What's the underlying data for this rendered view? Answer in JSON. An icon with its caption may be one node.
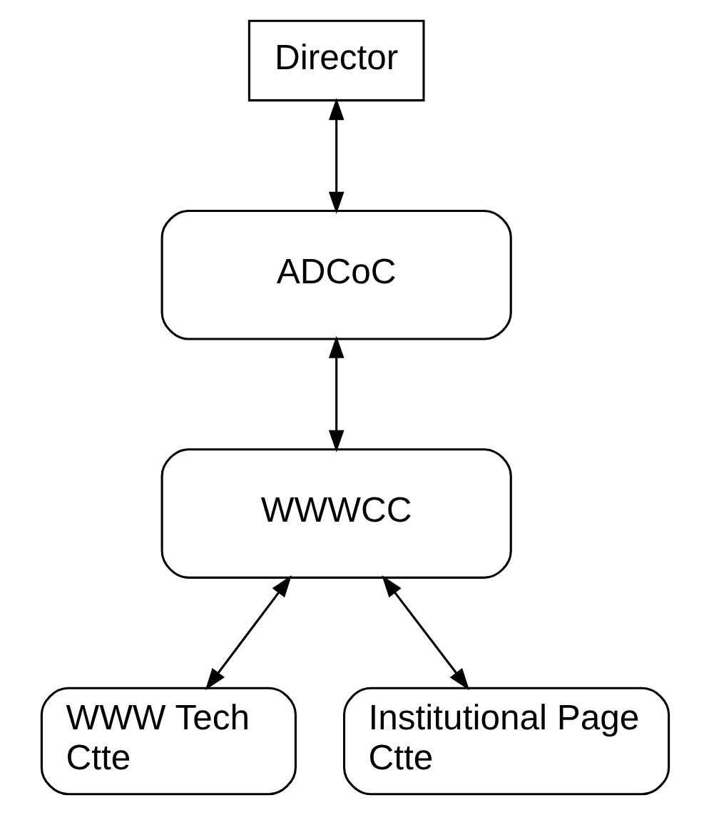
{
  "diagram": {
    "nodes": [
      {
        "text": [
          "Director"
        ]
      },
      {
        "text": [
          "ADCoC"
        ]
      },
      {
        "text": [
          "WWWCC"
        ]
      },
      {
        "text": [
          "WWW Tech Ctte"
        ]
      },
      {
        "text": [
          "Institutional Page Ctte"
        ]
      }
    ],
    "edges": [
      {
        "from": 0,
        "to": 1,
        "arrow": "both"
      },
      {
        "from": 1,
        "to": 2,
        "arrow": "both"
      },
      {
        "from": 2,
        "to": 3,
        "arrow": "both"
      },
      {
        "from": 2,
        "to": 4,
        "arrow": "both"
      }
    ]
  }
}
